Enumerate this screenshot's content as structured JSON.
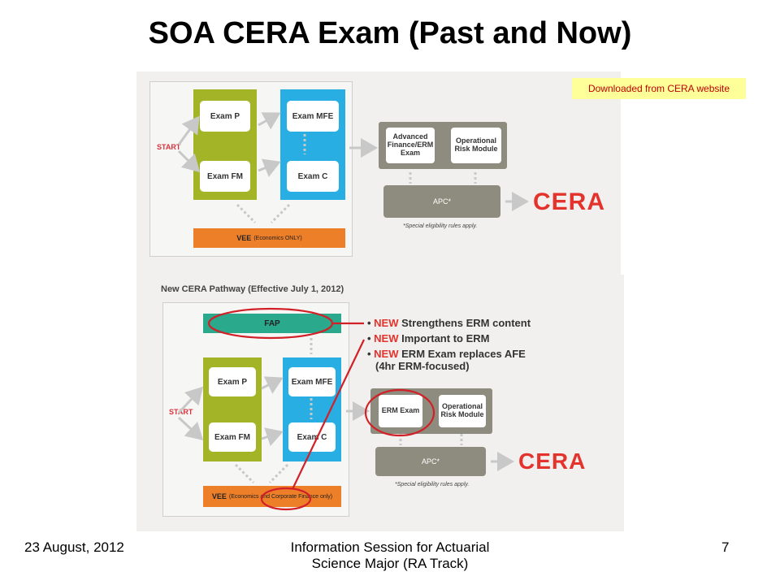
{
  "title": "SOA CERA Exam (Past and Now)",
  "source_note": "Downloaded from CERA website",
  "past": {
    "start_label": "START",
    "exam_p": "Exam P",
    "exam_fm": "Exam FM",
    "exam_mfe": "Exam MFE",
    "exam_c": "Exam C",
    "advanced": "Advanced Finance/ERM Exam",
    "operational": "Operational Risk Module",
    "apc": "APC*",
    "vee": "VEE",
    "vee_detail": "(Economics ONLY)",
    "cera": "CERA",
    "footnote": "*Special eligibility rules apply."
  },
  "new": {
    "heading": "New CERA Pathway (Effective July 1, 2012)",
    "fap": "FAP",
    "start_label": "START",
    "exam_p": "Exam P",
    "exam_fm": "Exam FM",
    "exam_mfe": "Exam MFE",
    "exam_c": "Exam C",
    "erm": "ERM Exam",
    "operational": "Operational Risk Module",
    "apc": "APC*",
    "vee": "VEE",
    "vee_detail": "(Economics and Corporate Finance only)",
    "cera": "CERA",
    "footnote": "*Special eligibility rules apply."
  },
  "bullets": [
    {
      "tag": "NEW",
      "text": "Strengthens ERM content"
    },
    {
      "tag": "NEW",
      "text": "Important to ERM"
    },
    {
      "tag": "NEW",
      "text": "ERM Exam replaces AFE (4hr ERM-focused)"
    }
  ],
  "footer": {
    "date": "23 August, 2012",
    "center": "Information Session for Actuarial Science Major (RA Track)",
    "page": "7"
  },
  "colors": {
    "green": "#a3b526",
    "blue": "#29aee4",
    "orange": "#ee7f29",
    "teal": "#2aa98c",
    "gray": "#8d8c7e",
    "red": "#e4332c"
  }
}
